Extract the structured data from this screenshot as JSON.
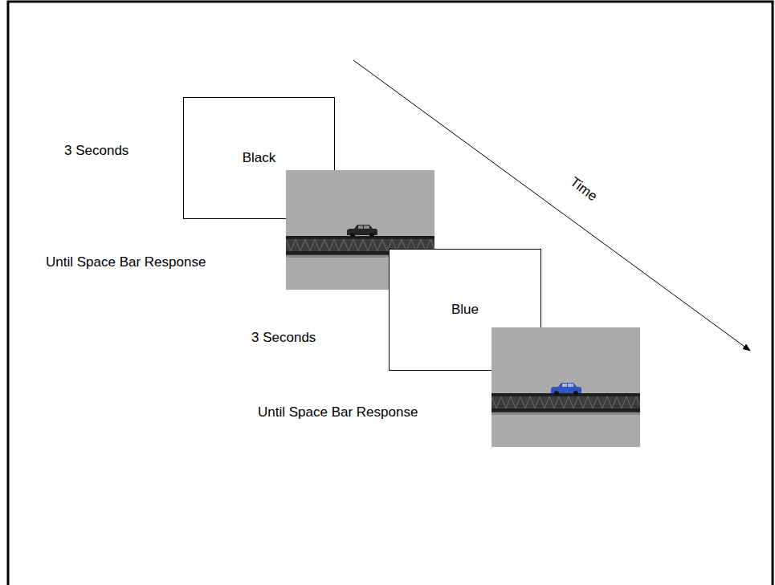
{
  "diagram": {
    "nodes": [
      {
        "text": [
          "Black"
        ]
      },
      {
        "text": [
          "Blue"
        ]
      }
    ],
    "labels": [
      "3 Seconds",
      "Until Space Bar Response",
      "3 Seconds",
      "Until Space Bar Response",
      "Time"
    ]
  }
}
